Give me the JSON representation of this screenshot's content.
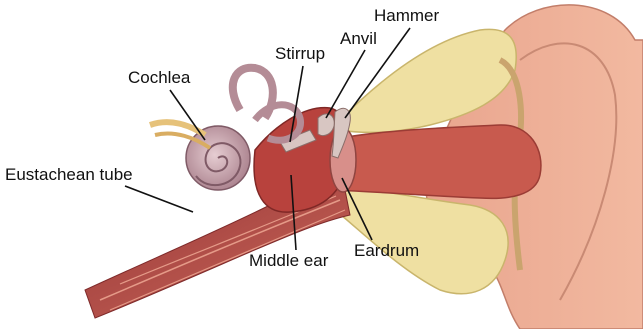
{
  "diagram": {
    "labels": {
      "hammer": "Hammer",
      "anvil": "Anvil",
      "stirrup": "Stirrup",
      "cochlea": "Cochlea",
      "eustachian_tube": "Eustachean tube",
      "middle_ear": "Middle ear",
      "eardrum": "Eardrum"
    }
  },
  "colors": {
    "outer_ear": "#e8a48c",
    "canal": "#c85a4e",
    "bone": "#f0e2a0",
    "muscle": "#b44a46",
    "cochlea": "#c7a4ad",
    "background": "#ffffff"
  }
}
